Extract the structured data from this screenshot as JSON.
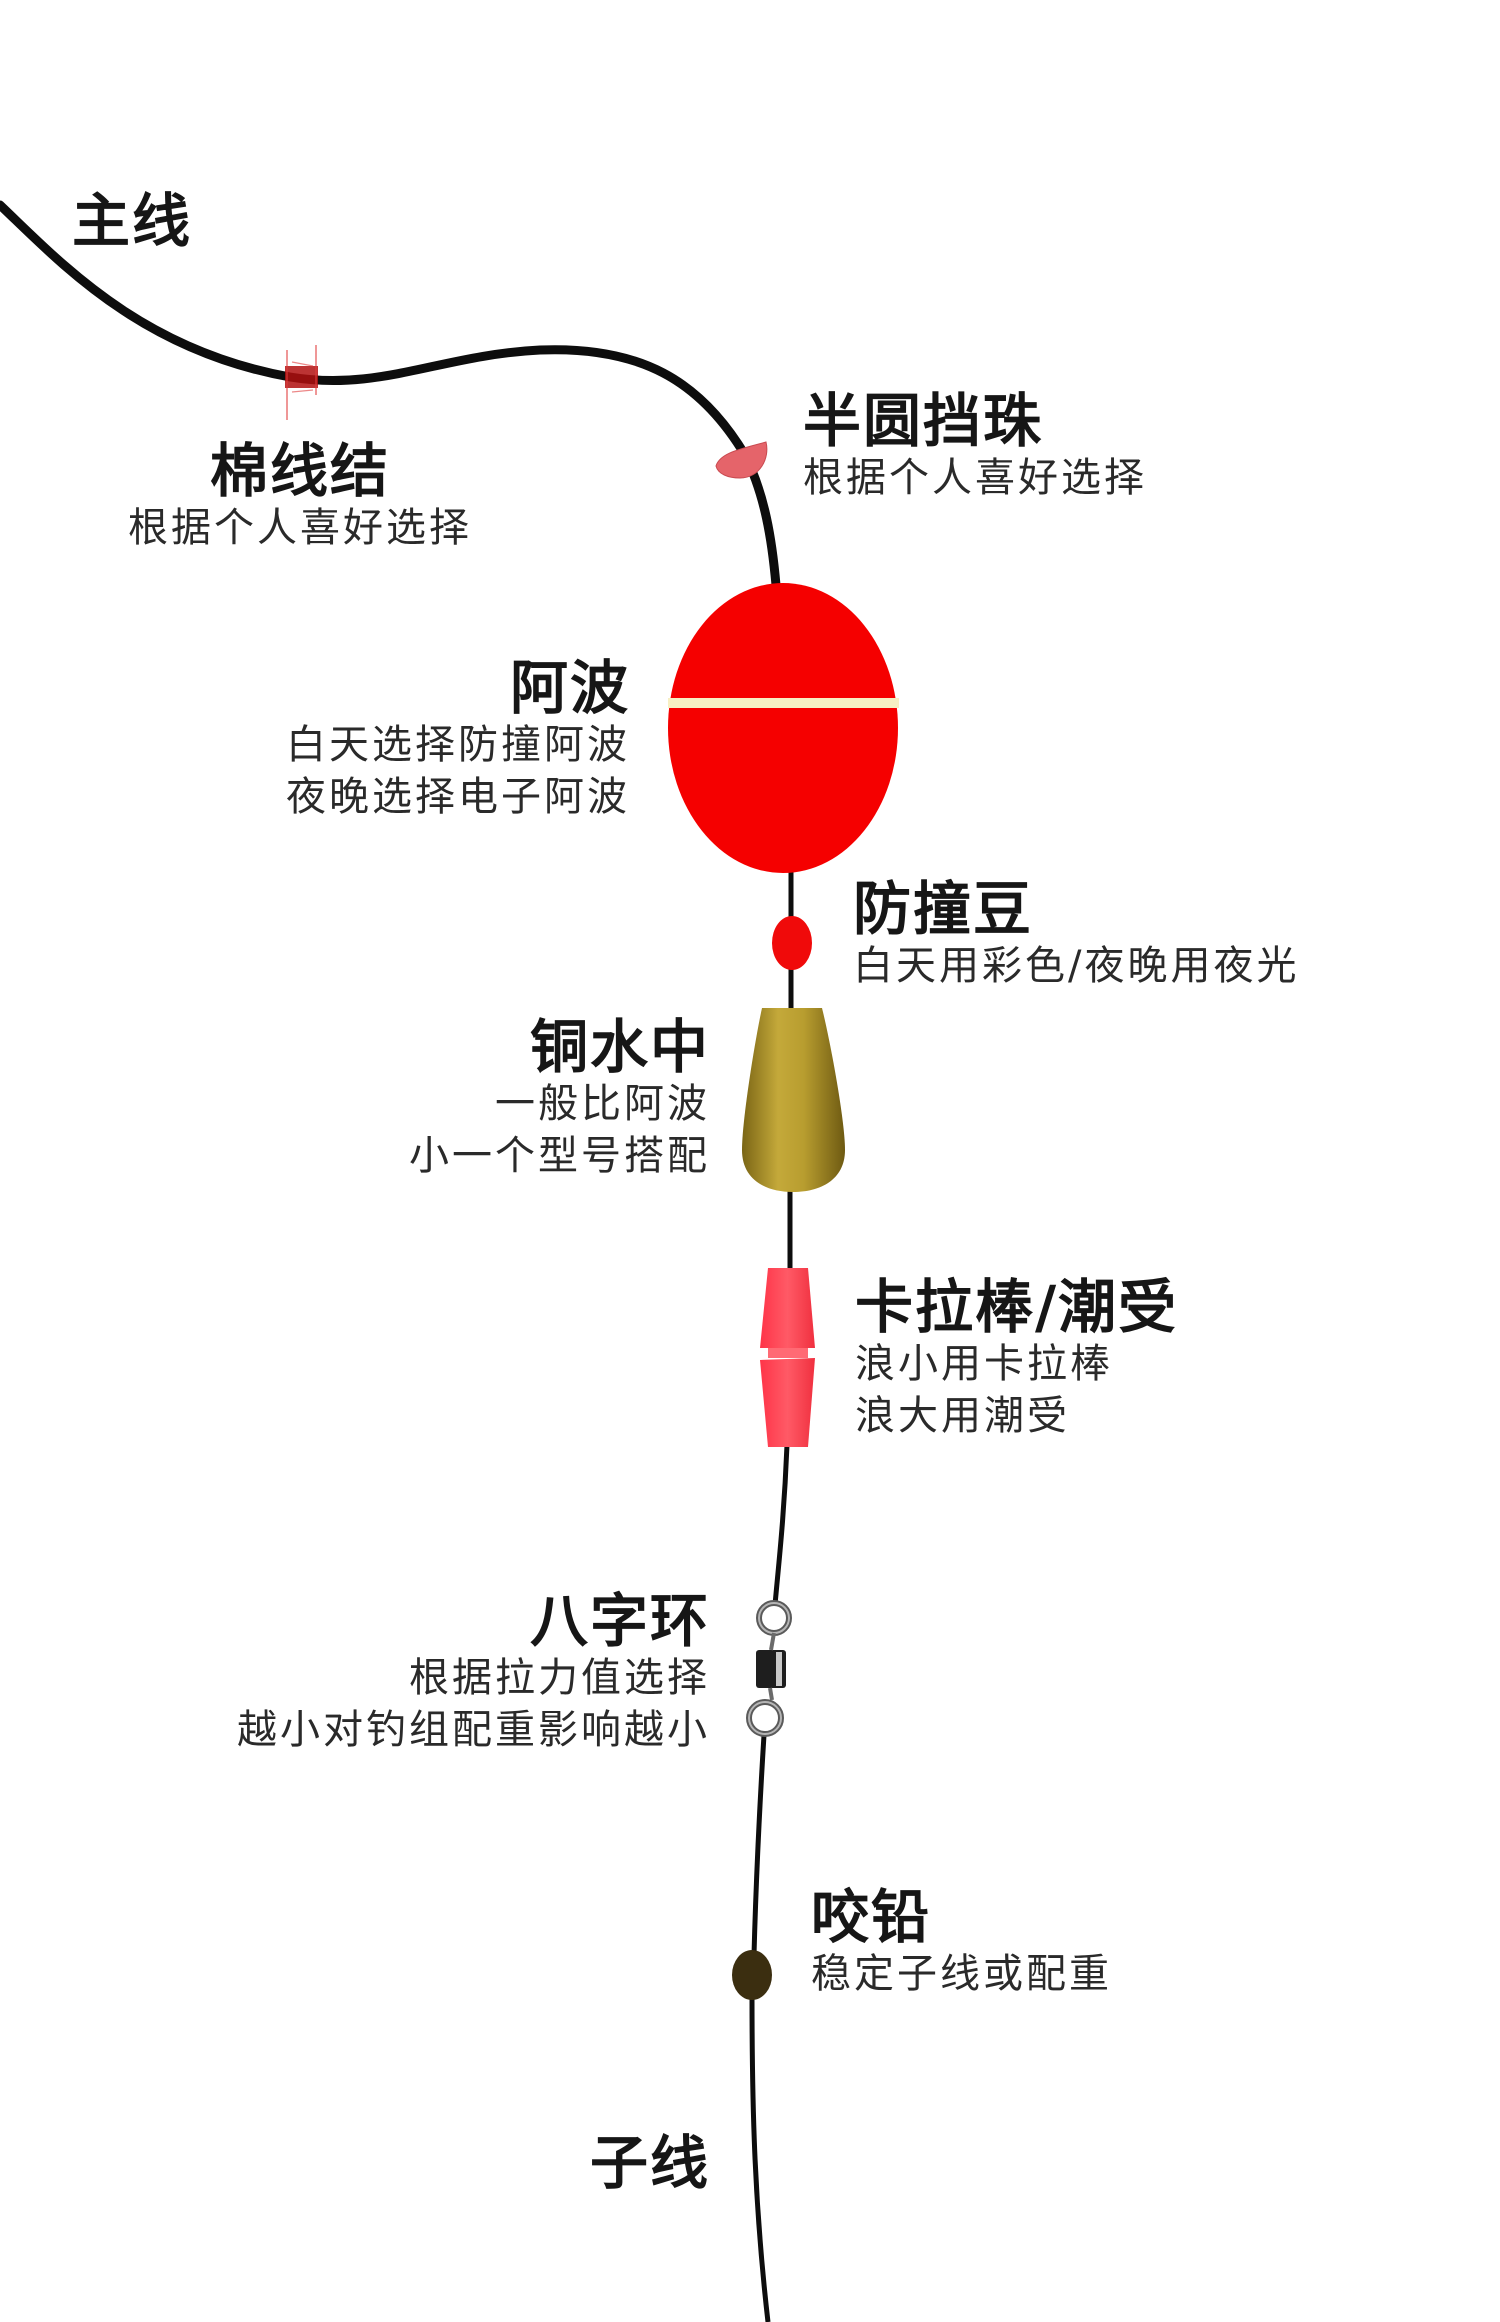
{
  "diagram": {
    "subject": "fishing rig components",
    "colors": {
      "line": "#0d0d0d",
      "float_red": "#f50000",
      "float_stripe": "#f7efc3",
      "bead_red": "#f00a0a",
      "stopper_pink": "#e2575b",
      "brass": "#b69a2e",
      "bobber_pink": "#ff4d5c",
      "split_shot": "#3b2e10",
      "swivel_metal": "#8a8a8a",
      "knot_red": "#d11a1a"
    }
  },
  "labels": {
    "main_line": {
      "title": "主线"
    },
    "cotton_knot": {
      "title": "棉线结",
      "lines": [
        "根据个人喜好选择"
      ]
    },
    "half_bead": {
      "title": "半圆挡珠",
      "lines": [
        "根据个人喜好选择"
      ]
    },
    "float": {
      "title": "阿波",
      "lines": [
        "白天选择防撞阿波",
        "夜晚选择电子阿波"
      ]
    },
    "bumper_bead": {
      "title": "防撞豆",
      "lines": [
        "白天用彩色/夜晚用夜光"
      ]
    },
    "brass_weight": {
      "title": "铜水中",
      "lines": [
        "一般比阿波",
        "小一个型号搭配"
      ]
    },
    "kara_stick": {
      "title": "卡拉棒/潮受",
      "lines": [
        "浪小用卡拉棒",
        "浪大用潮受"
      ]
    },
    "swivel": {
      "title": "八字环",
      "lines": [
        "根据拉力值选择",
        "越小对钓组配重影响越小"
      ]
    },
    "split_shot": {
      "title": "咬铅",
      "lines": [
        "稳定子线或配重"
      ]
    },
    "leader": {
      "title": "子线"
    }
  }
}
